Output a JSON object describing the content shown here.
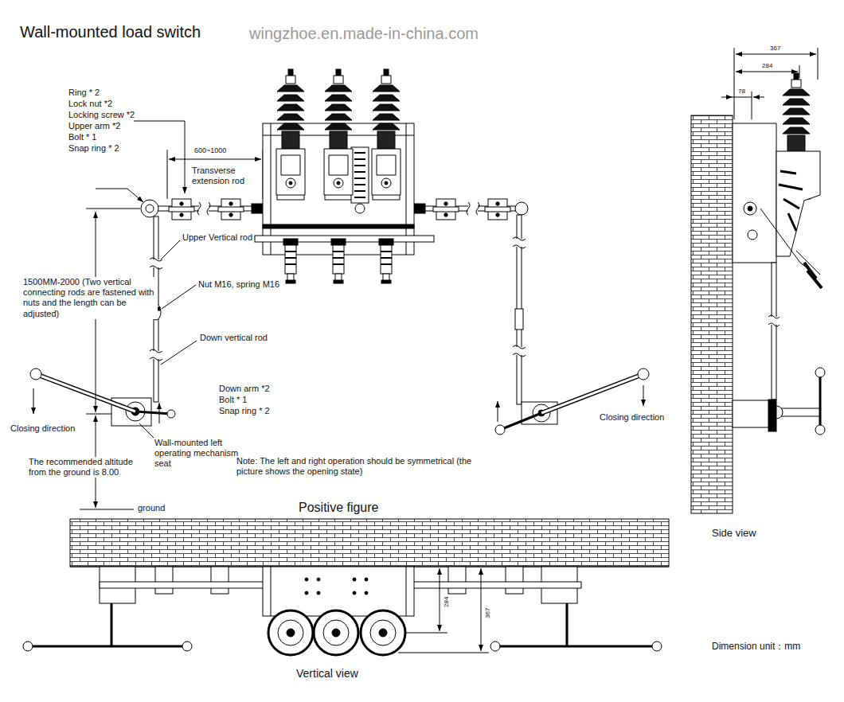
{
  "diagram": {
    "title": "Wall-mounted load switch",
    "labels": [
      "wingzhoe.en.made-in-china.com",
      "Ring * 2",
      "Lock nut *2",
      "Locking screw *2",
      "Upper arm *2",
      "Bolt * 1",
      "Snap ring * 2",
      "600~1000",
      "Transverse extension rod",
      "Upper Vertical rod",
      "1500MM-2000 (Two vertical connecting rods are fastened with nuts and the length can be adjusted)",
      "Nut M16, spring M16",
      "Down vertical rod",
      "Down arm *2",
      "Bolt * 1",
      "Snap ring * 2",
      "Closing direction",
      "Wall-mounted left operating mechanism seat",
      "The recommended altitude from the ground is 8.00",
      "Note: The left and right operation should be symmetrical (the picture shows the opening state)",
      "Closing direction",
      "ground",
      "Positive figure",
      "367",
      "284",
      "78",
      "Side view",
      "284",
      "367",
      "Vertical view",
      "Dimension unit：mm"
    ]
  }
}
